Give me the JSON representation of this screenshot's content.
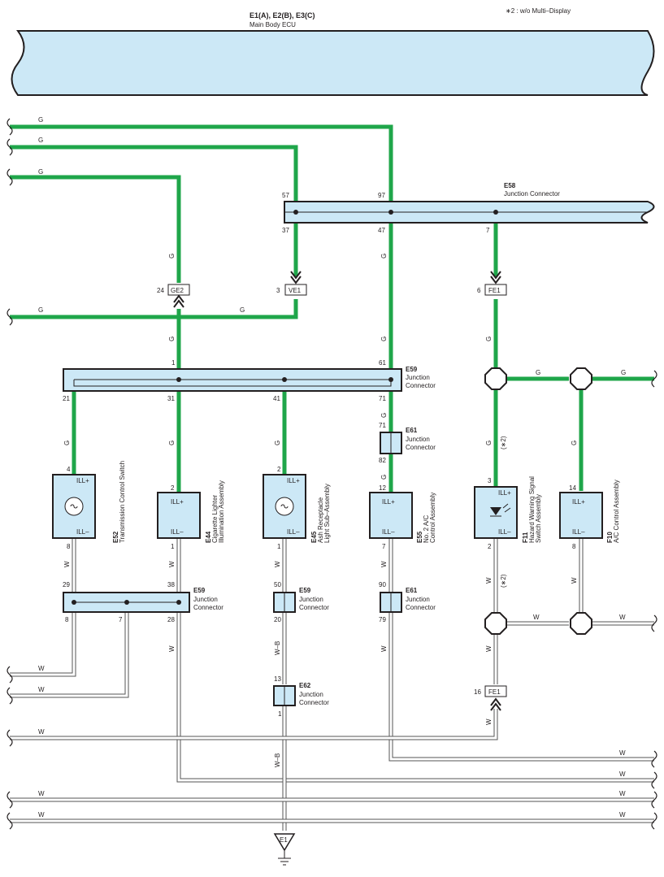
{
  "colors": {
    "green_wire": "#1fa64a",
    "white_wire": "#ffffff",
    "connector_fill": "#cce8f6"
  },
  "note": "∗2 : w/o Multi–Display",
  "ecu": {
    "code": "E1(A), E2(B), E3(C)",
    "name": "Main Body ECU"
  },
  "wire_colors": {
    "green": "G",
    "white": "W",
    "white_black": "W–B"
  },
  "e58": {
    "code": "E58",
    "name": "Junction Connector",
    "pins": [
      "57",
      "97",
      "37",
      "47",
      "7"
    ]
  },
  "e59_top": {
    "code": "E59",
    "name1": "Junction",
    "name2": "Connector",
    "pins": [
      "1",
      "61",
      "21",
      "31",
      "41",
      "71"
    ]
  },
  "e59_bottom": {
    "code": "E59",
    "name1": "Junction",
    "name2": "Connector",
    "pins": [
      "29",
      "38",
      "8",
      "7",
      "28"
    ]
  },
  "e59_small": {
    "code": "E59",
    "name1": "Junction",
    "name2": "Connector",
    "pins": [
      "50",
      "20"
    ]
  },
  "e61_top": {
    "code": "E61",
    "name1": "Junction",
    "name2": "Connector",
    "pins": [
      "71",
      "82"
    ]
  },
  "e61_bottom": {
    "code": "E61",
    "name1": "Junction",
    "name2": "Connector",
    "pins": [
      "90",
      "79"
    ]
  },
  "e62": {
    "code": "E62",
    "name1": "Junction",
    "name2": "Connector",
    "pins": [
      "13",
      "1"
    ]
  },
  "inline_connectors": [
    {
      "id": "GE2",
      "pin": "24"
    },
    {
      "id": "VE1",
      "pin": "3"
    },
    {
      "id": "FE1",
      "pin": "6"
    },
    {
      "id": "FE1",
      "pin": "16"
    }
  ],
  "components": [
    {
      "code": "E52",
      "name1": "Transmission Control Switch",
      "name2": "",
      "top_pin": "4",
      "bottom_pin": "8",
      "ill_plus": "ILL+",
      "ill_minus": "ILL–"
    },
    {
      "code": "E44",
      "name1": "Cigarette Lighter",
      "name2": "Illumination Assembly",
      "top_pin": "2",
      "bottom_pin": "1",
      "ill_plus": "ILL+",
      "ill_minus": "ILL–"
    },
    {
      "code": "E45",
      "name1": "Ash Receptacle",
      "name2": "Light Sub–Assembly",
      "top_pin": "2",
      "bottom_pin": "1",
      "ill_plus": "ILL+",
      "ill_minus": "ILL–"
    },
    {
      "code": "E55",
      "name1": "No. 2 A/C",
      "name2": "Control Assembly",
      "top_pin": "12",
      "bottom_pin": "7",
      "ill_plus": "ILL+",
      "ill_minus": "ILL–"
    },
    {
      "code": "F11",
      "name1": "Hazard Warning Signal",
      "name2": "Switch Assembly",
      "top_pin": "3",
      "bottom_pin": "2",
      "ill_plus": "ILL+",
      "ill_minus": "ILL–"
    },
    {
      "code": "F10",
      "name1": "A/C Control Assembly",
      "name2": "",
      "top_pin": "14",
      "bottom_pin": "8",
      "ill_plus": "ILL+",
      "ill_minus": "ILL–"
    }
  ],
  "footnote_marker": "(∗2)",
  "ground": {
    "id": "E1"
  }
}
